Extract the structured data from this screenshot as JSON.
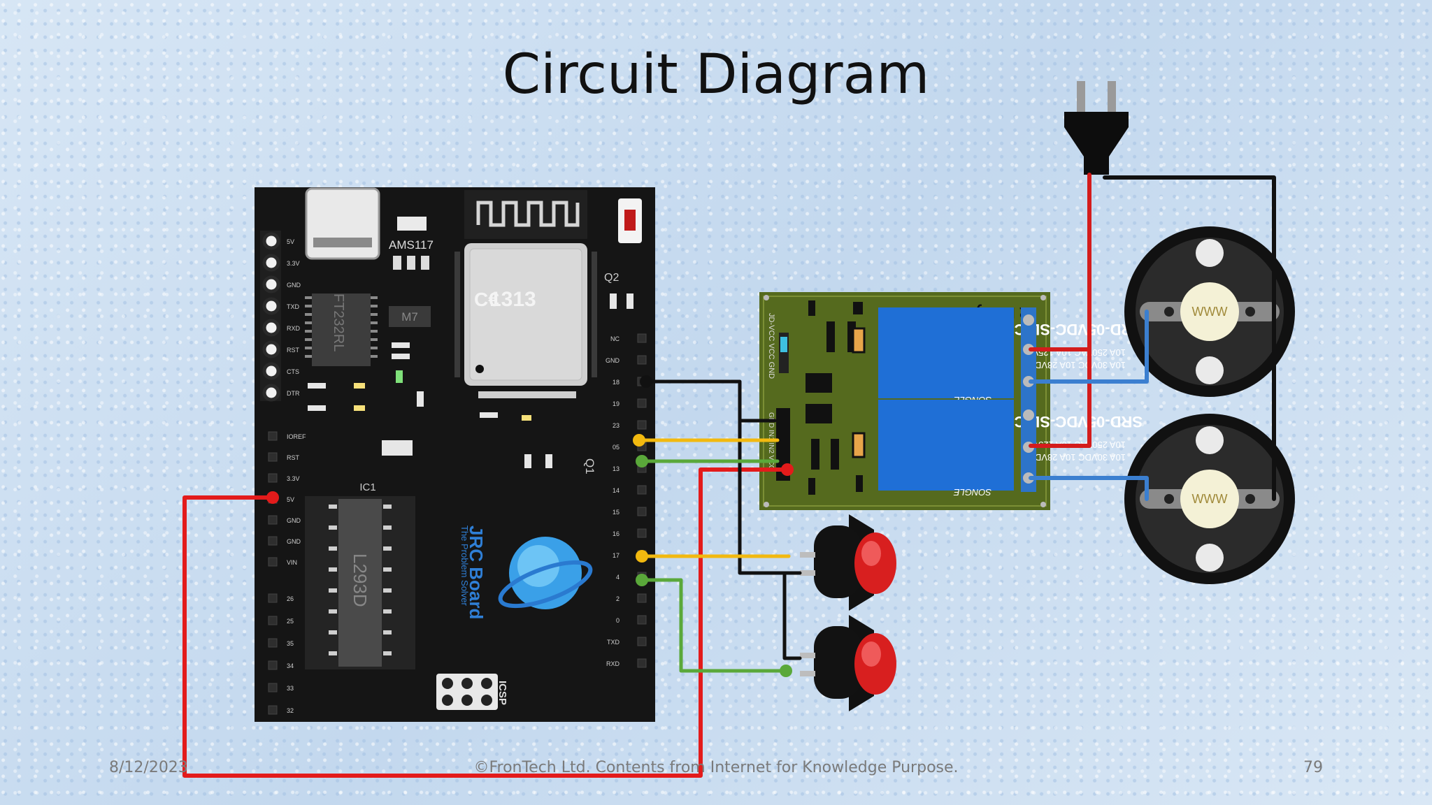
{
  "slide": {
    "title": "Circuit Diagram",
    "footer_date": "8/12/2023",
    "footer_copyright": "©FronTech Ltd. Contents from Internet for Knowledge Purpose.",
    "page_number": "79"
  },
  "esp_board": {
    "brand": "JRC Board",
    "tagline": "The Problem Solver",
    "regulator": "AMS117",
    "usb_chip": "FT232RL",
    "diode": "M7",
    "driver_chip": "L293D",
    "driver_label": "IC1",
    "module_mark": "1313",
    "transistor_q1": "Q1",
    "transistor_q2": "Q2",
    "icsp_label": "ICSP",
    "left_pins": [
      "5V",
      "3.3V",
      "GND",
      "TXD",
      "RXD",
      "RST",
      "CTS",
      "DTR"
    ],
    "power_pins": [
      "IOREF",
      "RST",
      "3.3V",
      "5V",
      "GND",
      "GND",
      "VIN"
    ],
    "analog_pins": [
      "26",
      "25",
      "35",
      "34",
      "33",
      "32"
    ],
    "right_pins": [
      "NC",
      "GND",
      "18",
      "19",
      "23",
      "05",
      "13",
      "14",
      "15",
      "16",
      "17",
      "4",
      "2",
      "0",
      "TXD",
      "RXD"
    ]
  },
  "relay_module": {
    "title": "2 Relay Module",
    "header_pins": "JD-VCC  VCC  GND",
    "input_pins": "GND IN1 IN2 VCC",
    "relay_model": "SRD-05VDC-SL-C",
    "relay_line1": "10A 250VAC 10A 125VAC",
    "relay_line2": "10A 30VDC 10A 28VDC",
    "relay_brand": "SONGLE"
  },
  "bulb": {
    "filament": "WWW"
  },
  "colors": {
    "wire_red": "#e31b1b",
    "wire_black": "#111111",
    "wire_yellow": "#f2b90f",
    "wire_green": "#5aa83a",
    "wire_blue": "#3b7fd0",
    "board": "#161616",
    "relay_pcb": "#556a1e",
    "relay_body": "#1f6fd6",
    "button_cap": "#d81f1f"
  }
}
